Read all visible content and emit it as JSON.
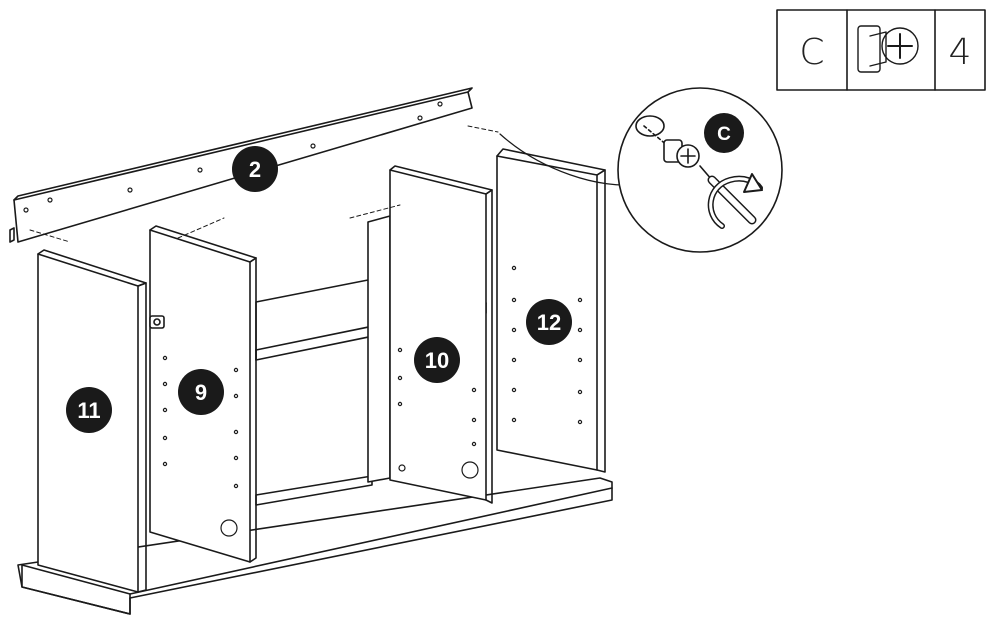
{
  "legend": {
    "letter": "C",
    "icon": "cam-lock-fitting-icon",
    "quantity": "4"
  },
  "parts": {
    "top_rail": "2",
    "outer_side_left": "11",
    "inner_panel_left": "9",
    "inner_panel_right": "10",
    "outer_side_right": "12"
  },
  "detail": {
    "badge": "C",
    "tool_icon": "screwdriver-icon",
    "rotation_icon": "clockwise-arrow-icon"
  },
  "colors": {
    "line": "#1a1a1a",
    "badge_fill": "#1a1a1a",
    "panel_fill": "#ffffff"
  }
}
